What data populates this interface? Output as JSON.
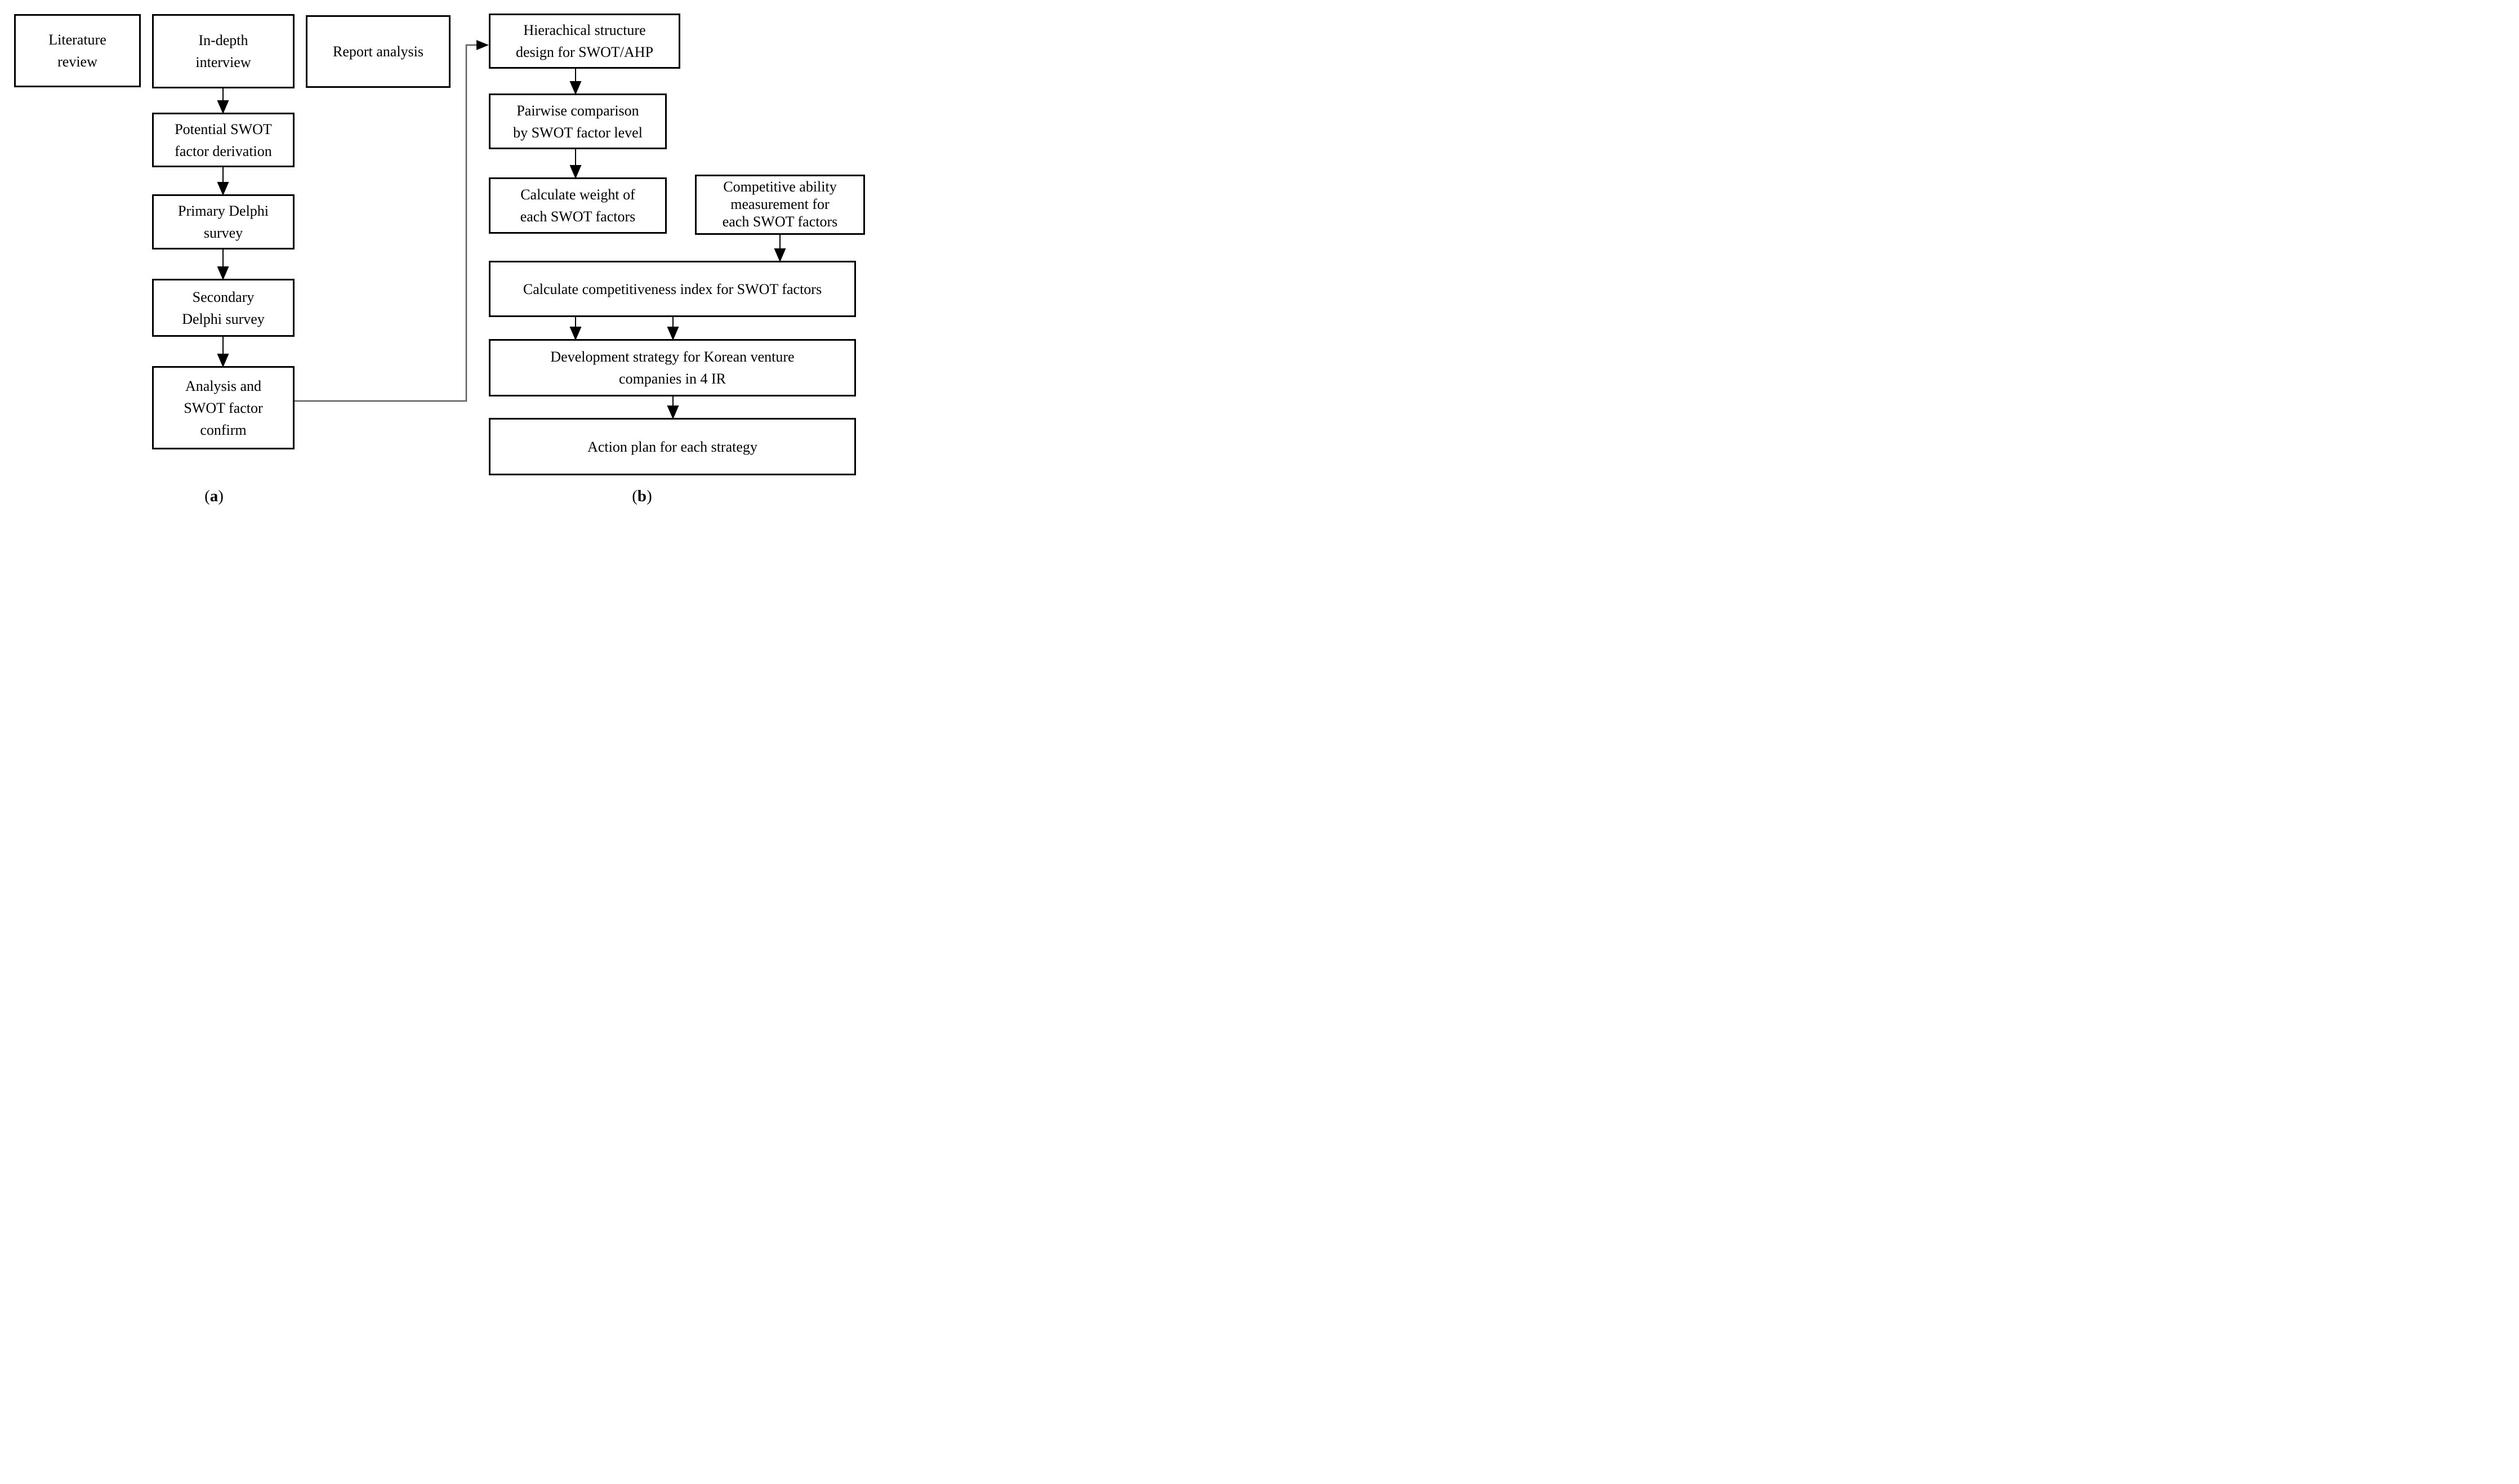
{
  "colors": {
    "background": "#ffffff",
    "box_border": "#000000",
    "text": "#000000",
    "arrow": "#000000",
    "connector_gray": "#5f5f5f"
  },
  "panel_a": {
    "label": {
      "open": "(",
      "letter": "a",
      "close": ")"
    },
    "boxes": {
      "literature_review": {
        "label": "Literature\nreview"
      },
      "in_depth_interview": {
        "label": "In-depth\ninterview"
      },
      "report_analysis": {
        "label": "Report analysis"
      },
      "potential_swot_factor_derivation": {
        "label": "Potential SWOT\nfactor derivation"
      },
      "primary_delphi_survey": {
        "label": "Primary Delphi\nsurvey"
      },
      "secondary_delphi_survey": {
        "label": "Secondary\nDelphi survey"
      },
      "analysis_and_swot_factor_confirm": {
        "label": "Analysis and\nSWOT factor\nconfirm"
      }
    }
  },
  "panel_b": {
    "label": {
      "open": "(",
      "letter": "b",
      "close": ")"
    },
    "boxes": {
      "hierarchical_structure_design": {
        "label": "Hierachical structure\ndesign for SWOT/AHP"
      },
      "pairwise_comparison": {
        "label": "Pairwise comparison\nby SWOT factor level"
      },
      "calculate_weight": {
        "label": "Calculate weight of\neach SWOT factors"
      },
      "competitive_ability_measurement": {
        "label": "Competitive ability\nmeasurement for\neach SWOT factors"
      },
      "calculate_competitiveness_index": {
        "label": "Calculate competitiveness index for SWOT factors"
      },
      "development_strategy": {
        "label": "Development strategy for Korean venture\ncompanies in 4 IR"
      },
      "action_plan": {
        "label": "Action plan for each strategy"
      }
    }
  }
}
